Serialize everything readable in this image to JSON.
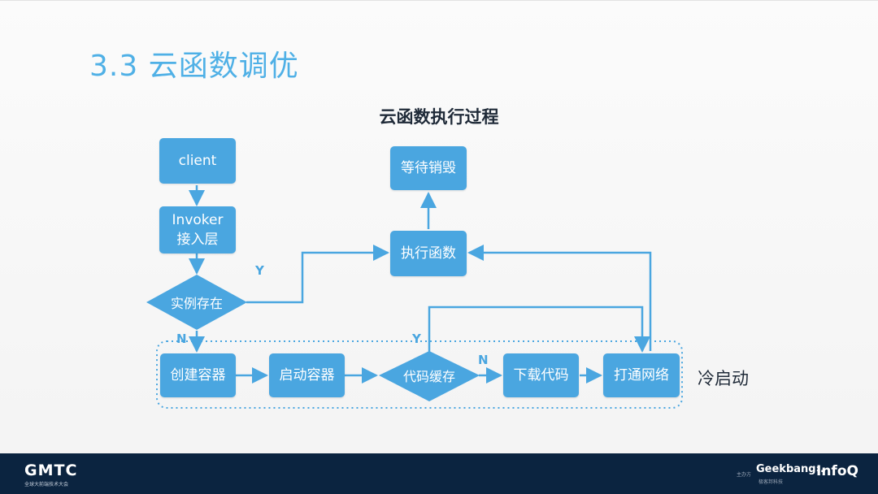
{
  "slide": {
    "title": "3.3 云函数调优",
    "subtitle": "云函数执行过程",
    "cold_start_label": "冷启动"
  },
  "nodes": {
    "client": "client",
    "invoker_line1": "Invoker",
    "invoker_line2": "接入层",
    "instance_exists": "实例存在",
    "execute_function": "执行函数",
    "wait_destroy": "等待销毁",
    "create_container": "创建容器",
    "start_container": "启动容器",
    "code_cache": "代码缓存",
    "download_code": "下载代码",
    "open_network": "打通网络"
  },
  "edge_labels": {
    "instance_yes": "Y",
    "instance_no": "N",
    "cache_yes": "Y",
    "cache_no": "N"
  },
  "footer": {
    "gmtc": "GMTC",
    "gmtc_sub": "全球大前端技术大会",
    "host_label": "主办方",
    "geekbang": "Geekbang›.",
    "geekbang_sub": "极客邦科技",
    "infoq": "InfoQ"
  },
  "colors": {
    "accent": "#4aa6e0",
    "title": "#4fb0e6",
    "footer_bg": "#0b2440"
  }
}
